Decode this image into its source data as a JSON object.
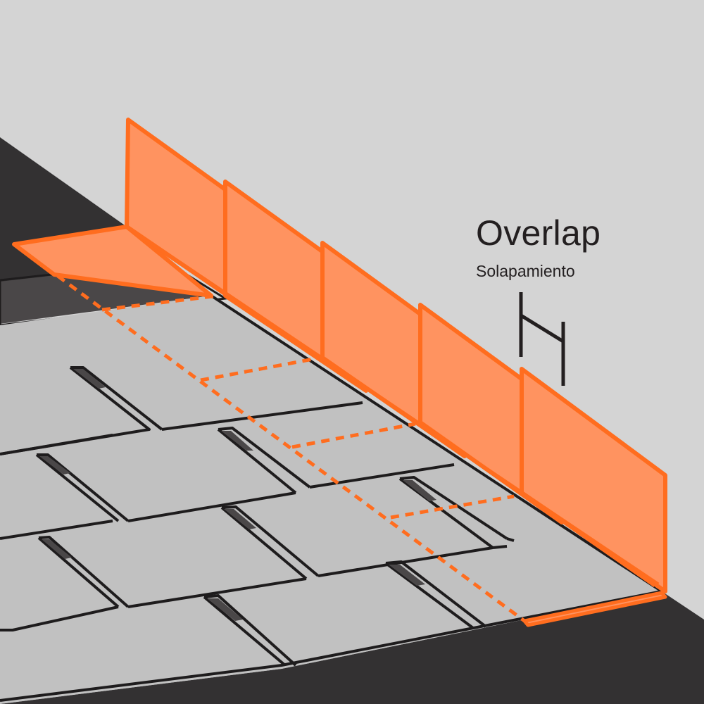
{
  "diagram": {
    "title": "Overlap",
    "subtitle": "Solapamiento",
    "subject": "Roof drip edge / step flashing pieces overlapping along a shingled roof edge",
    "colors": {
      "background": "#d4d4d4",
      "roof_deck": "#333132",
      "underlayment_band": "#4a4748",
      "shingle": "#c1c1c1",
      "shingle_outline": "#1e1c1d",
      "flashing_fill": "#ff9360",
      "flashing_stroke": "#ff6d1f",
      "dimension_marker": "#231f20"
    },
    "elements": [
      {
        "name": "flashing-piece",
        "count": 5,
        "style": "L-shaped, vertical face with horizontal flange"
      },
      {
        "name": "overlap-dimension-marker",
        "style": "two vertical ticks joined by diagonal"
      },
      {
        "name": "shingle-course",
        "count": 4
      },
      {
        "name": "hidden-edge-lines",
        "style": "dashed orange"
      }
    ]
  }
}
